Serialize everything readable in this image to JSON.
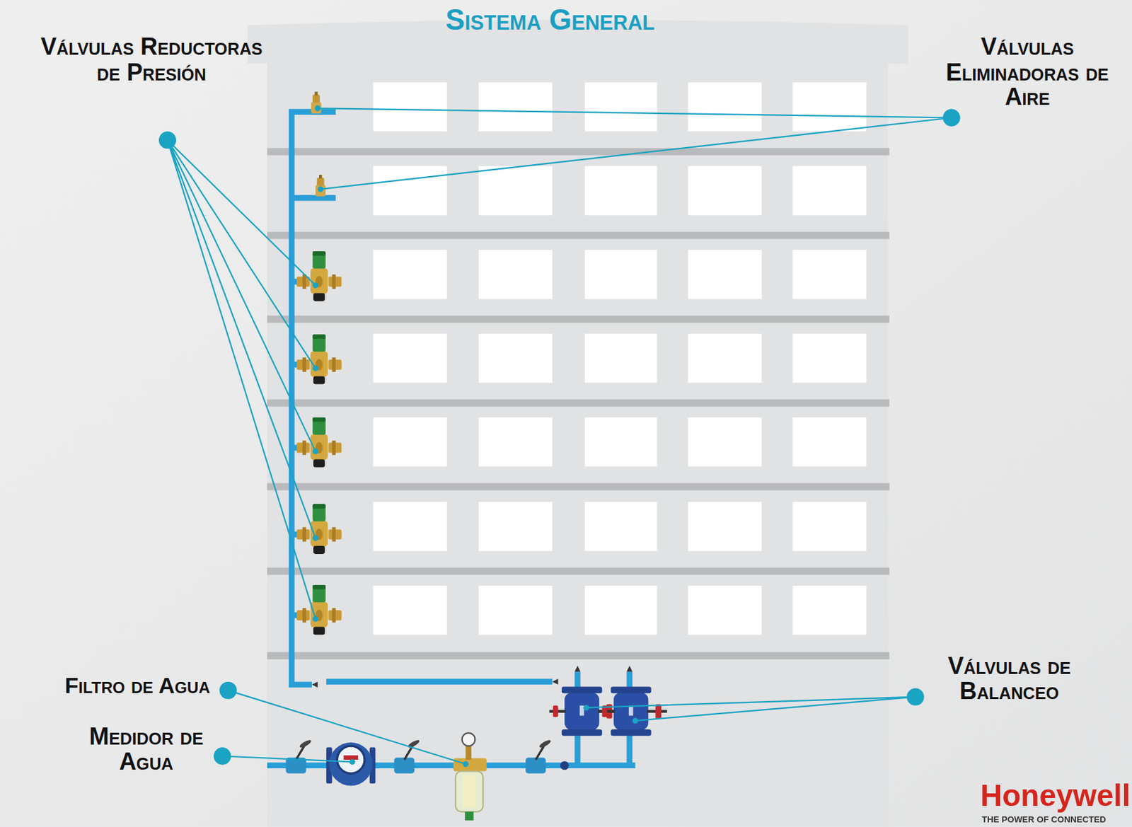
{
  "diagram": {
    "title": "Sistema General",
    "labels": [
      "Válvulas Reductoras de Presión",
      "Válvulas Eliminadoras de Aire",
      "Filtro de Agua",
      "Medidor de Agua",
      "Válvulas de Balanceo",
      "Honeywell",
      "THE POWER OF CONNECTED"
    ]
  }
}
